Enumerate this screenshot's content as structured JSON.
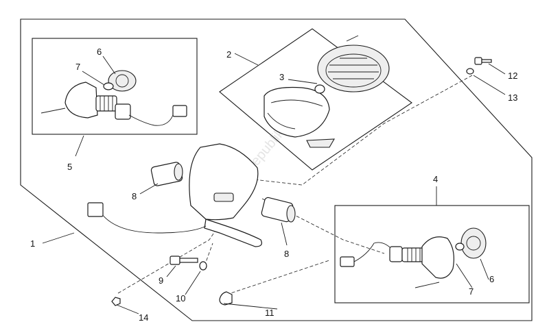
{
  "watermark": "PartsRepublik",
  "colors": {
    "line": "#1a1a1a",
    "watermark": "#e5e5e5",
    "background": "#ffffff"
  },
  "labels": {
    "l1": "1",
    "l2": "2",
    "l3": "3",
    "l4": "4",
    "l5": "5",
    "l6a": "6",
    "l6b": "6",
    "l7a": "7",
    "l7b": "7",
    "l8a": "8",
    "l8b": "8",
    "l9": "9",
    "l10": "10",
    "l11": "11",
    "l12": "12",
    "l13": "13",
    "l14": "14"
  }
}
